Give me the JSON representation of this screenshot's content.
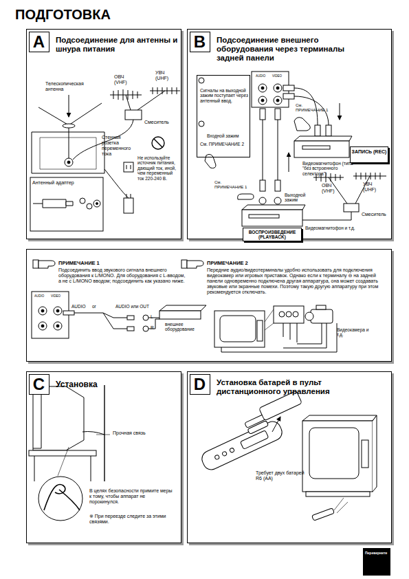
{
  "diagram": {
    "title": "ПОДГОТОВКА",
    "nodes": [
      {
        "text": [
          "Подсоединение для антенны и шнура питания"
        ]
      },
      {
        "text": [
          "A"
        ],
        "in": 0
      },
      {
        "text": [
          "Подсоединение внешнего оборудования через терминалы задней панели"
        ]
      },
      {
        "text": [
          "B"
        ],
        "in": 2
      },
      {
        "text": [
          "Сигналы на выходной зажим поступает через антенный ввод.",
          "Входной зажим",
          "См. ПРИМЕЧАНИЕ 2"
        ],
        "in": 2
      },
      {
        "text": [
          "ЗАПИСЬ (REC)"
        ],
        "in": 2
      },
      {
        "text": [
          "ВОСПРОИЗВЕДЕНИЕ (PLAYBACK)"
        ],
        "in": 2
      },
      {
        "text": [
          "ПРИМЕЧАНИЕ 1",
          "Подсоединить ввод звукового сигнала внешнего оборудования к L/MONO. Для оборудования с L-вводом, а не с L/MONO вводом; подсоединить как указано ниже.",
          "ПРИМЕЧАНИЕ 2",
          "Передние аудио/видеотерминалы удобно использовать для подключения видеокамер или игровых приставок. Однако если к терминалу ⊖ на задней панели одновременно подключена другая аппаратура, она может создавать звуковые или экранные помехи. Поэтому такую другую аппаратуру при этом рекомендуется отключать."
        ]
      },
      {
        "text": [
          "Установка"
        ]
      },
      {
        "text": [
          "C"
        ],
        "in": 8
      },
      {
        "text": [
          "Установка батарей в пульт дистанционного управления"
        ]
      },
      {
        "text": [
          "D"
        ],
        "in": 10
      },
      {
        "text": [
          "Переверните"
        ]
      }
    ],
    "labels": [
      "Телескопическая антенна",
      "ОВЧ (VHF)",
      "УВЧ (UHF)",
      "Смеситель",
      "Стенная розетка переменного тока",
      "Не используйте источник питания, дающий ток, иной, чем переменный ток 220-240 В.",
      "Антенный адаптер",
      "AUDIO",
      "VIDEO",
      "См. ПРИМЕЧАНИЕ 1",
      "Видеомагнитофон (типа \"без встроенного селектора\")",
      "ОВЧ (VHF)",
      "УВЧ (UHF)",
      "Смеситель",
      "См. ПРИМЕЧАНИЕ 1",
      "Выходной зажим",
      "Видеомагнитофон и т.д.",
      "AUDIO",
      "VIDEO",
      "AUDIO",
      "or",
      "AUDIO или OUT",
      "L",
      "R",
      "внешнее оборудование",
      "Видеокамера и т.д.",
      "Прочная связь",
      "В целях безопасности примите меры к тому, чтобы аппарат не порокинулся.",
      "※ При переезде следите за этими связями.",
      "Требует двух батарей R6 (AA)"
    ]
  }
}
